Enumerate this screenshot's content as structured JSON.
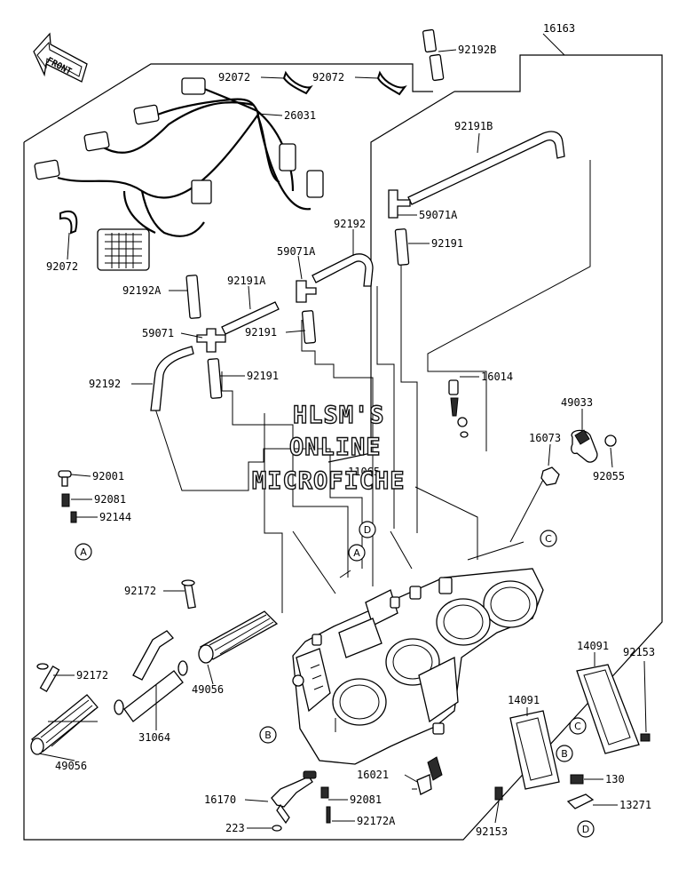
{
  "orientation_label": "FRONT",
  "watermark": {
    "line1": "HLSM'S",
    "line2": "ONLINE",
    "line3": "MICROFICHE"
  },
  "parts": {
    "p16163": "16163",
    "p92192B": "92192B",
    "p92072_a": "92072",
    "p92072_b": "92072",
    "p26031": "26031",
    "p92191B": "92191B",
    "p59071A_a": "59071A",
    "p92191_a": "92191",
    "p92072_c": "92072",
    "p92192_a": "92192",
    "p59071A_b": "59071A",
    "p92192A": "92192A",
    "p92191A": "92191A",
    "p59071": "59071",
    "p92191_b": "92191",
    "p92191_c": "92191",
    "p92192_b": "92192",
    "p16014": "16014",
    "p49033": "49033",
    "p16073": "16073",
    "p92055": "92055",
    "p11065": "11065",
    "p92001": "92001",
    "p92081_a": "92081",
    "p92144": "92144",
    "p92172_a": "92172",
    "p49056_a": "49056",
    "p92172_b": "92172",
    "p31064": "31064",
    "p49056_b": "49056",
    "p14091_a": "14091",
    "p92153_a": "92153",
    "p14091_b": "14091",
    "p16021": "16021",
    "p92081_b": "92081",
    "p16170": "16170",
    "p223": "223",
    "p92172A": "92172A",
    "p130": "130",
    "p13271": "13271",
    "p92153_b": "92153"
  },
  "callouts": {
    "A_left": "A",
    "A_top": "A",
    "B_left": "B",
    "B_right": "B",
    "C_top": "C",
    "C_bottom": "C",
    "D_top": "D",
    "D_bottom": "D"
  }
}
